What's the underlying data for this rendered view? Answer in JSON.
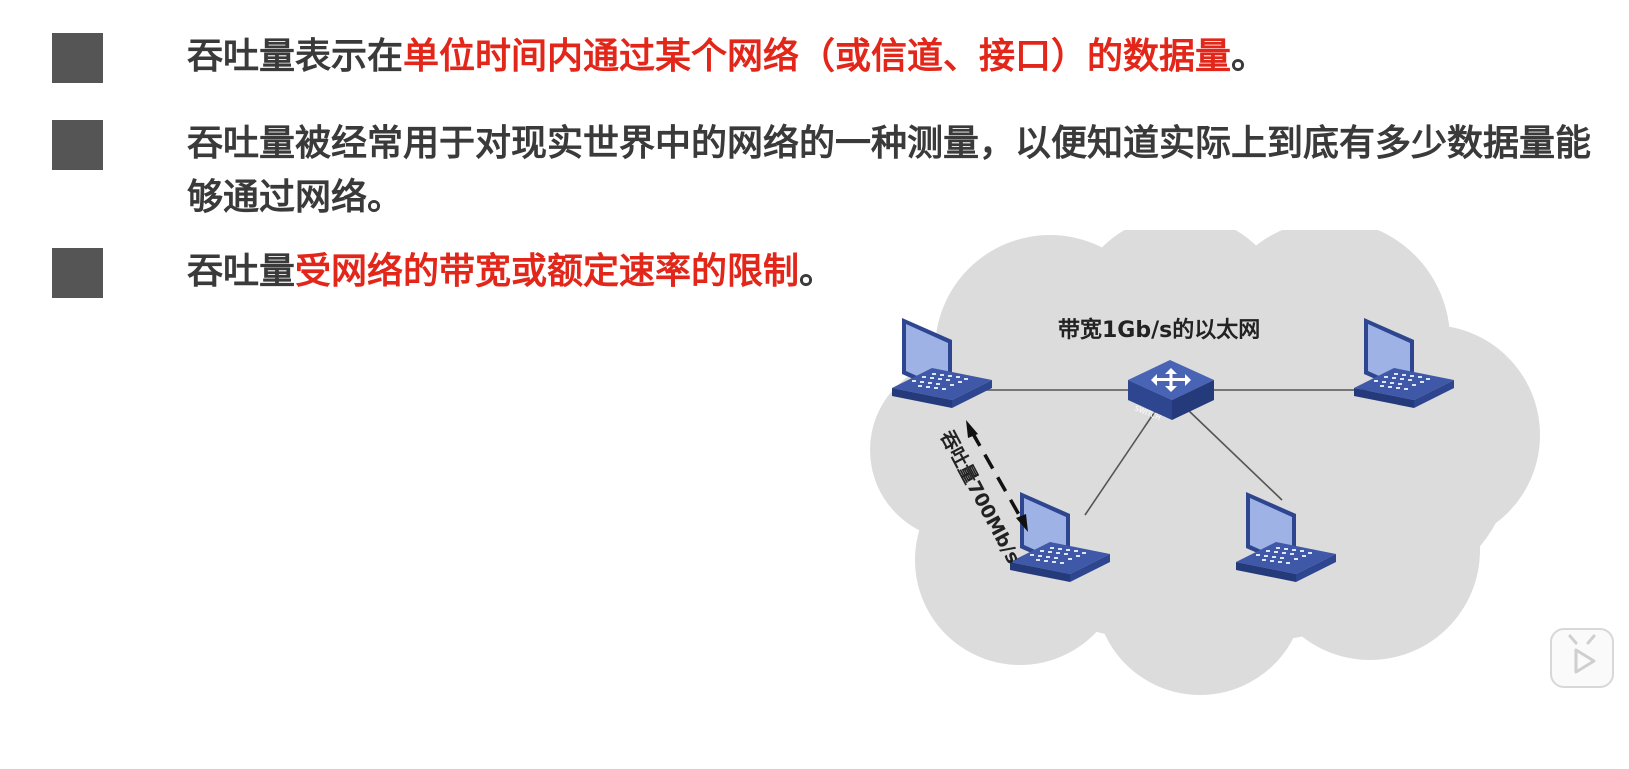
{
  "bullets": [
    {
      "parts": [
        {
          "text": "吞吐量表示在",
          "highlight": false
        },
        {
          "text": "单位时间内通过某个网络（或信道、接口）的数据量",
          "highlight": true
        },
        {
          "text": "。",
          "highlight": false
        }
      ]
    },
    {
      "parts": [
        {
          "text": "吞吐量被经常用于对现实世界中的网络的一种测量，以便知道实际上到底有多少数据量能够通过网络。",
          "highlight": false
        }
      ]
    },
    {
      "parts": [
        {
          "text": "吞吐量",
          "highlight": false
        },
        {
          "text": "受网络的带宽或额定速率的限制",
          "highlight": true
        },
        {
          "text": "。",
          "highlight": false
        }
      ]
    }
  ],
  "diagram": {
    "network_label": "带宽1Gb/s的以太网",
    "switch_label": "SWITCH",
    "throughput_label": "吞吐量700Mb/s"
  },
  "colors": {
    "highlight": "#e2261a",
    "text": "#3a3a3a",
    "bullet": "#555555",
    "cloud": "#dcdcdc",
    "laptop": "#3f58a8"
  },
  "icons": {
    "play": "play-icon"
  }
}
